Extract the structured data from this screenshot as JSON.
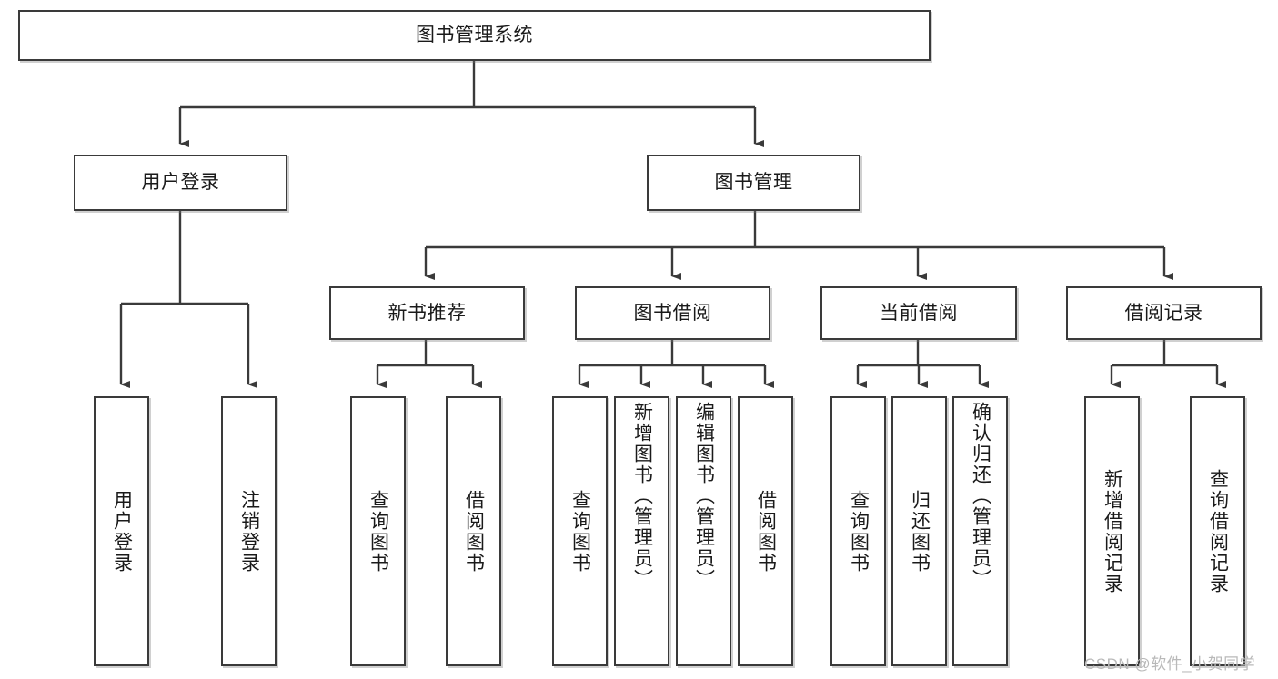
{
  "diagram": {
    "type": "tree",
    "title": "图书管理系统",
    "colors": {
      "stroke": "#3a3a3a",
      "box_fill": "#ffffff",
      "text": "#1a1a1a",
      "watermark": "#b9b9b9",
      "background": "#ffffff"
    },
    "levels": {
      "root": {
        "label": "图书管理系统"
      },
      "level2": [
        {
          "id": "user-login",
          "label": "用户登录"
        },
        {
          "id": "book-manage",
          "label": "图书管理"
        }
      ],
      "level3": [
        {
          "id": "new-book-recommend",
          "label": "新书推荐",
          "parent": "book-manage"
        },
        {
          "id": "book-borrow",
          "label": "图书借阅",
          "parent": "book-manage"
        },
        {
          "id": "current-borrow",
          "label": "当前借阅",
          "parent": "book-manage"
        },
        {
          "id": "borrow-record",
          "label": "借阅记录",
          "parent": "book-manage"
        }
      ],
      "leaves": [
        {
          "id": "leaf-user-login",
          "label": "用户登录",
          "parent": "user-login"
        },
        {
          "id": "leaf-logout-login",
          "label": "注销登录",
          "parent": "user-login"
        },
        {
          "id": "leaf-query-book-1",
          "label": "查询图书",
          "parent": "new-book-recommend"
        },
        {
          "id": "leaf-borrow-book-1",
          "label": "借阅图书",
          "parent": "new-book-recommend"
        },
        {
          "id": "leaf-query-book-2",
          "label": "查询图书",
          "parent": "book-borrow"
        },
        {
          "id": "leaf-add-book",
          "label": "新增图书（管理员）",
          "parent": "book-borrow"
        },
        {
          "id": "leaf-edit-book",
          "label": "编辑图书（管理员）",
          "parent": "book-borrow"
        },
        {
          "id": "leaf-borrow-book-2",
          "label": "借阅图书",
          "parent": "book-borrow"
        },
        {
          "id": "leaf-query-book-3",
          "label": "查询图书",
          "parent": "current-borrow"
        },
        {
          "id": "leaf-return-book",
          "label": "归还图书",
          "parent": "current-borrow"
        },
        {
          "id": "leaf-confirm-return",
          "label": "确认归还（管理员）",
          "parent": "current-borrow"
        },
        {
          "id": "leaf-add-record",
          "label": "新增借阅记录",
          "parent": "borrow-record"
        },
        {
          "id": "leaf-query-record",
          "label": "查询借阅记录",
          "parent": "borrow-record"
        }
      ]
    }
  },
  "watermark": {
    "text": "CSDN @软件_小贺同学"
  }
}
